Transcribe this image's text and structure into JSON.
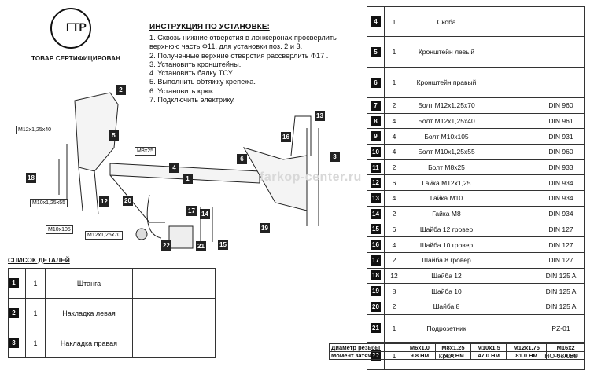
{
  "cert": {
    "logo_letters": "ГТР",
    "label": "ТОВАР СЕРТИФИЦИРОВАН"
  },
  "instructions": {
    "title": "ИНСТРУКЦИЯ ПО УСТАНОВКЕ:",
    "lines": [
      "1. Сквозь нижние отверстия в лонжеронах просверлить",
      "    верхнюю часть Ф11, для установки поз. 2 и 3.",
      "2. Полученные верхние отверстия рассверлить Ф17 .",
      "3. Установить кронштейны.",
      "4. Установить балку ТСУ.",
      "5. Выполнить обтяжку крепежа.",
      "6. Установить крюк.",
      "7. Подключить электрику."
    ]
  },
  "drawing": {
    "callouts": [
      "M12x1,25x40",
      "M8x25",
      "M10x1,25x55",
      "M10x105",
      "M12x1,25x70"
    ],
    "markers": [
      "2",
      "5",
      "18",
      "12",
      "20",
      "4",
      "1",
      "17",
      "14",
      "22",
      "21",
      "15",
      "16",
      "13",
      "3",
      "6",
      "19"
    ],
    "watermark": "farkop-center.ru"
  },
  "parts_title": "СПИСОК ДЕТАЛЕЙ",
  "left_parts": [
    {
      "num": "1",
      "qty": "1",
      "name": "Штанга"
    },
    {
      "num": "2",
      "qty": "1",
      "name": "Накладка левая"
    },
    {
      "num": "3",
      "qty": "1",
      "name": "Накладка правая"
    }
  ],
  "right_parts": [
    {
      "num": "4",
      "qty": "1",
      "name": "Скоба",
      "std": ""
    },
    {
      "num": "5",
      "qty": "1",
      "name": "Кронштейн левый",
      "std": ""
    },
    {
      "num": "6",
      "qty": "1",
      "name": "Кронштейн правый",
      "std": ""
    },
    {
      "num": "7",
      "qty": "2",
      "name": "Болт М12х1,25х70",
      "std": "DIN 960"
    },
    {
      "num": "8",
      "qty": "4",
      "name": "Болт М12х1,25х40",
      "std": "DIN 961"
    },
    {
      "num": "9",
      "qty": "4",
      "name": "Болт М10х105",
      "std": "DIN 931"
    },
    {
      "num": "10",
      "qty": "4",
      "name": "Болт М10х1,25х55",
      "std": "DIN 960"
    },
    {
      "num": "11",
      "qty": "2",
      "name": "Болт М8х25",
      "std": "DIN 933"
    },
    {
      "num": "12",
      "qty": "6",
      "name": "Гайка М12х1,25",
      "std": "DIN 934"
    },
    {
      "num": "13",
      "qty": "4",
      "name": "Гайка М10",
      "std": "DIN 934"
    },
    {
      "num": "14",
      "qty": "2",
      "name": "Гайка М8",
      "std": "DIN 934"
    },
    {
      "num": "15",
      "qty": "6",
      "name": "Шайба 12 гровер",
      "std": "DIN 127"
    },
    {
      "num": "16",
      "qty": "4",
      "name": "Шайба 10 гровер",
      "std": "DIN 127"
    },
    {
      "num": "17",
      "qty": "2",
      "name": "Шайба 8 гровер",
      "std": "DIN 127"
    },
    {
      "num": "18",
      "qty": "12",
      "name": "Шайба 12",
      "std": "DIN 125 A"
    },
    {
      "num": "19",
      "qty": "8",
      "name": "Шайба 10",
      "std": "DIN 125 A"
    },
    {
      "num": "20",
      "qty": "2",
      "name": "Шайба 8",
      "std": "DIN 125 A"
    },
    {
      "num": "21",
      "qty": "1",
      "name": "Подрозетник",
      "std": "PZ-01"
    },
    {
      "num": "22",
      "qty": "1",
      "name": "Крюк",
      "std": "HO-03/020"
    }
  ],
  "torque": {
    "row1_label": "Диаметр резьбы",
    "row2_label": "Момент затяжки",
    "sizes": [
      "M6x1.0",
      "M8x1.25",
      "M10x1.5",
      "M12x1.75",
      "M16x2"
    ],
    "values": [
      "9.8 Нм",
      "24.0 Нм",
      "47.0 Нм",
      "81.0 Нм",
      "157.0 Нм"
    ]
  }
}
